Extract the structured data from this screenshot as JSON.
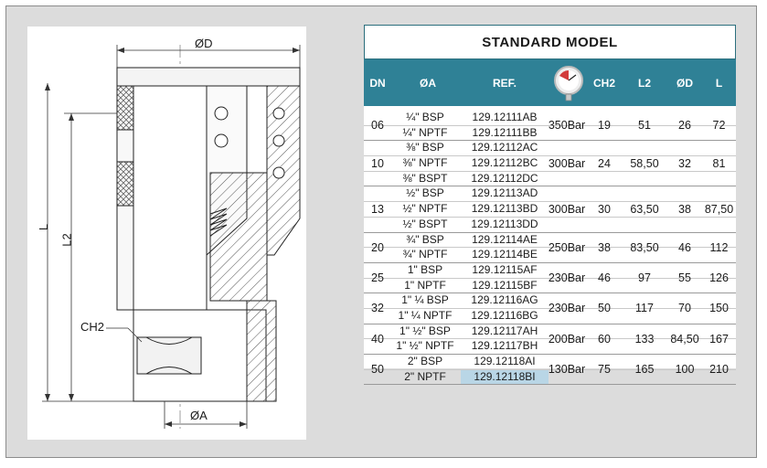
{
  "drawing": {
    "label_d": "ØD",
    "label_l": "L",
    "label_l2": "L2",
    "label_ch2": "CH2",
    "label_a": "ØA"
  },
  "table": {
    "title": "STANDARD  MODEL",
    "headers": {
      "dn": "DN",
      "oa": "ØA",
      "ref": "REF.",
      "gauge_icon": "pressure-gauge-icon",
      "ch2": "CH2",
      "l2": "L2",
      "od": "ØD",
      "l": "L"
    },
    "groups": [
      {
        "dn": "06",
        "pressure": "350Bar",
        "ch2": "19",
        "l2": "51",
        "od": "26",
        "l": "72",
        "rows": [
          {
            "a": "¼\" BSP",
            "ref": "129.12111AB"
          },
          {
            "a": "¼\" NPTF",
            "ref": "129.12111BB"
          }
        ]
      },
      {
        "dn": "10",
        "pressure": "300Bar",
        "ch2": "24",
        "l2": "58,50",
        "od": "32",
        "l": "81",
        "rows": [
          {
            "a": "⅜\" BSP",
            "ref": "129.12112AC"
          },
          {
            "a": "⅜\" NPTF",
            "ref": "129.12112BC"
          },
          {
            "a": "⅜\" BSPT",
            "ref": "129.12112DC"
          }
        ]
      },
      {
        "dn": "13",
        "pressure": "300Bar",
        "ch2": "30",
        "l2": "63,50",
        "od": "38",
        "l": "87,50",
        "rows": [
          {
            "a": "½\" BSP",
            "ref": "129.12113AD"
          },
          {
            "a": "½\" NPTF",
            "ref": "129.12113BD"
          },
          {
            "a": "½\" BSPT",
            "ref": "129.12113DD"
          }
        ]
      },
      {
        "dn": "20",
        "pressure": "250Bar",
        "ch2": "38",
        "l2": "83,50",
        "od": "46",
        "l": "112",
        "rows": [
          {
            "a": "¾\" BSP",
            "ref": "129.12114AE"
          },
          {
            "a": "¾\" NPTF",
            "ref": "129.12114BE"
          }
        ]
      },
      {
        "dn": "25",
        "pressure": "230Bar",
        "ch2": "46",
        "l2": "97",
        "od": "55",
        "l": "126",
        "rows": [
          {
            "a": "1\" BSP",
            "ref": "129.12115AF"
          },
          {
            "a": "1\" NPTF",
            "ref": "129.12115BF"
          }
        ]
      },
      {
        "dn": "32",
        "pressure": "230Bar",
        "ch2": "50",
        "l2": "117",
        "od": "70",
        "l": "150",
        "rows": [
          {
            "a": "1\" ¼ BSP",
            "ref": "129.12116AG"
          },
          {
            "a": "1\" ¼ NPTF",
            "ref": "129.12116BG"
          }
        ]
      },
      {
        "dn": "40",
        "pressure": "200Bar",
        "ch2": "60",
        "l2": "133",
        "od": "84,50",
        "l": "167",
        "rows": [
          {
            "a": "1\" ½\" BSP",
            "ref": "129.12117AH"
          },
          {
            "a": "1\" ½\" NPTF",
            "ref": "129.12117BH"
          }
        ]
      },
      {
        "dn": "50",
        "pressure": "130Bar",
        "ch2": "75",
        "l2": "165",
        "od": "100",
        "l": "210",
        "rows": [
          {
            "a": "2\" BSP",
            "ref": "129.12118AI"
          },
          {
            "a": "2\" NPTF",
            "ref": "129.12118BI",
            "selected": true
          }
        ]
      }
    ]
  },
  "colors": {
    "header_bg": "#2f8196",
    "title_border": "#2b6f7d",
    "selection": "#b9d6e6",
    "panel_bg": "#dcdcdc"
  }
}
